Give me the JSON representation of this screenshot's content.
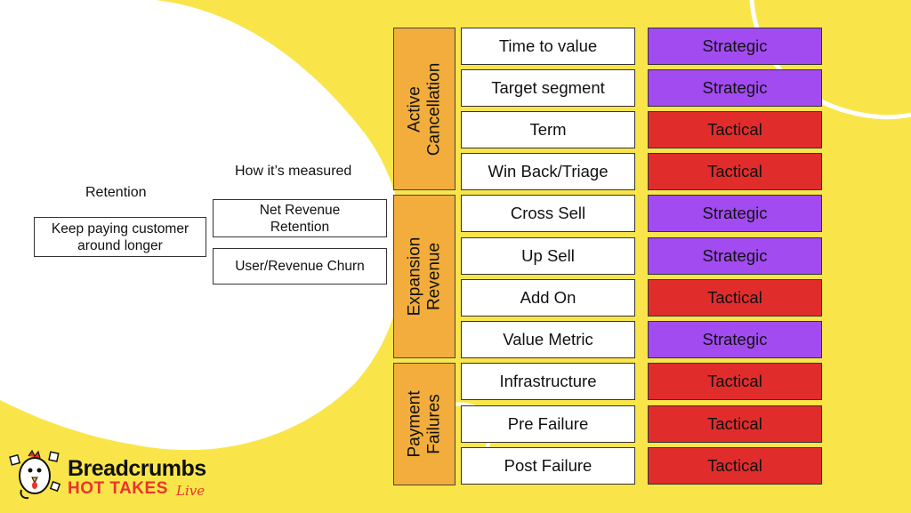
{
  "colors": {
    "background": "#f9e54a",
    "blob": "#ffffff",
    "group_fill": "#f2ad3c",
    "strategic": "#a24bf0",
    "tactical": "#e12c2c"
  },
  "retention": {
    "heading": "Retention",
    "box_text_line1": "Keep paying customer",
    "box_text_line2": "around longer"
  },
  "measured": {
    "heading": "How it’s measured",
    "metric1_line1": "Net Revenue",
    "metric1_line2": "Retention",
    "metric2": "User/Revenue Churn"
  },
  "groups": [
    {
      "line1": "Active",
      "line2": "Cancellation"
    },
    {
      "line1": "Expansion",
      "line2": "Revenue"
    },
    {
      "line1": "Payment",
      "line2": "Failures"
    }
  ],
  "rows": [
    {
      "name": "Time to value",
      "type": "Strategic"
    },
    {
      "name": "Target segment",
      "type": "Strategic"
    },
    {
      "name": "Term",
      "type": "Tactical"
    },
    {
      "name": "Win Back/Triage",
      "type": "Tactical"
    },
    {
      "name": "Cross Sell",
      "type": "Strategic"
    },
    {
      "name": "Up Sell",
      "type": "Strategic"
    },
    {
      "name": "Add On",
      "type": "Tactical"
    },
    {
      "name": "Value Metric",
      "type": "Strategic"
    },
    {
      "name": "Infrastructure",
      "type": "Tactical"
    },
    {
      "name": "Pre Failure",
      "type": "Tactical"
    },
    {
      "name": "Post Failure",
      "type": "Tactical"
    }
  ],
  "logo": {
    "title": "Breadcrumbs",
    "subtitle": "HOT TAKES",
    "live": "Live",
    "icon": "chicken-mascot-icon"
  }
}
